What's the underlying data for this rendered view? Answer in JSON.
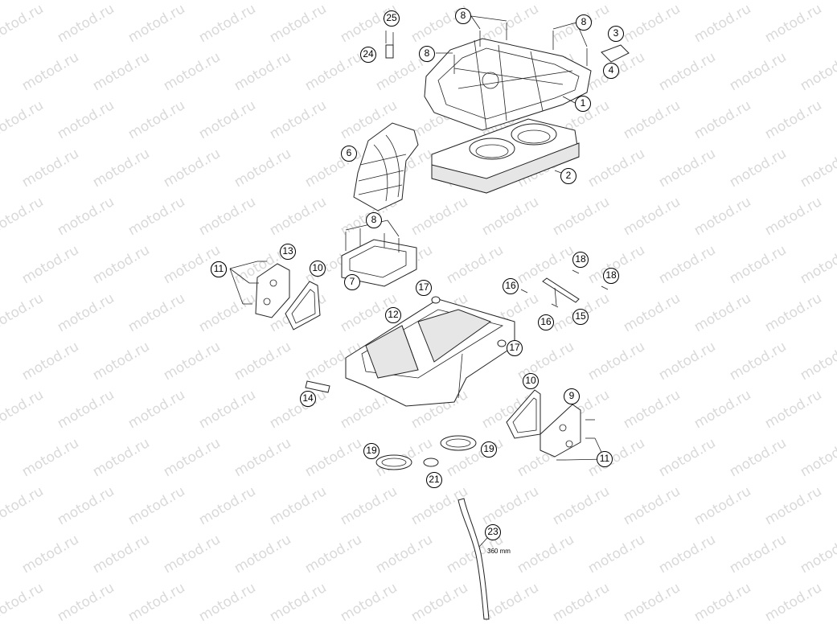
{
  "watermark": {
    "text": "motod.ru",
    "color": "#d9d9d9"
  },
  "callouts": [
    "1",
    "2",
    "3",
    "4",
    "6",
    "7",
    "8",
    "8",
    "8",
    "8",
    "8",
    "9",
    "10",
    "10",
    "11",
    "11",
    "12",
    "13",
    "14",
    "15",
    "16",
    "16",
    "17",
    "17",
    "18",
    "18",
    "19",
    "19",
    "21",
    "23",
    "24",
    "25"
  ],
  "dimension": "360 mm"
}
